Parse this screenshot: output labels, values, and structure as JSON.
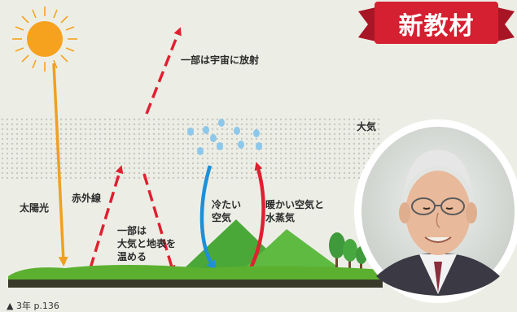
{
  "banner": {
    "text": "新教材",
    "color": "#d42030"
  },
  "labels": {
    "space": "一部は宇宙に放射",
    "atmosphere": "大気",
    "sunlight": "太陽光",
    "infrared": "赤外線",
    "partial": "一部は\n大気と地表を\n温める",
    "cold": "冷たい\n空気",
    "warm": "暖かい空気と\n水蒸気"
  },
  "caption": "▲ 3年 p.136",
  "colors": {
    "sun": "#f6a21e",
    "sunlight_arrow": "#f0a020",
    "infrared_arrow": "#e02030",
    "cold_arrow": "#1e8fd8",
    "warm_arrow": "#e02030",
    "ground": "#5cb030",
    "atmosphere_dots": "#c8c8c0",
    "water_drops": "#8cc8ec"
  }
}
